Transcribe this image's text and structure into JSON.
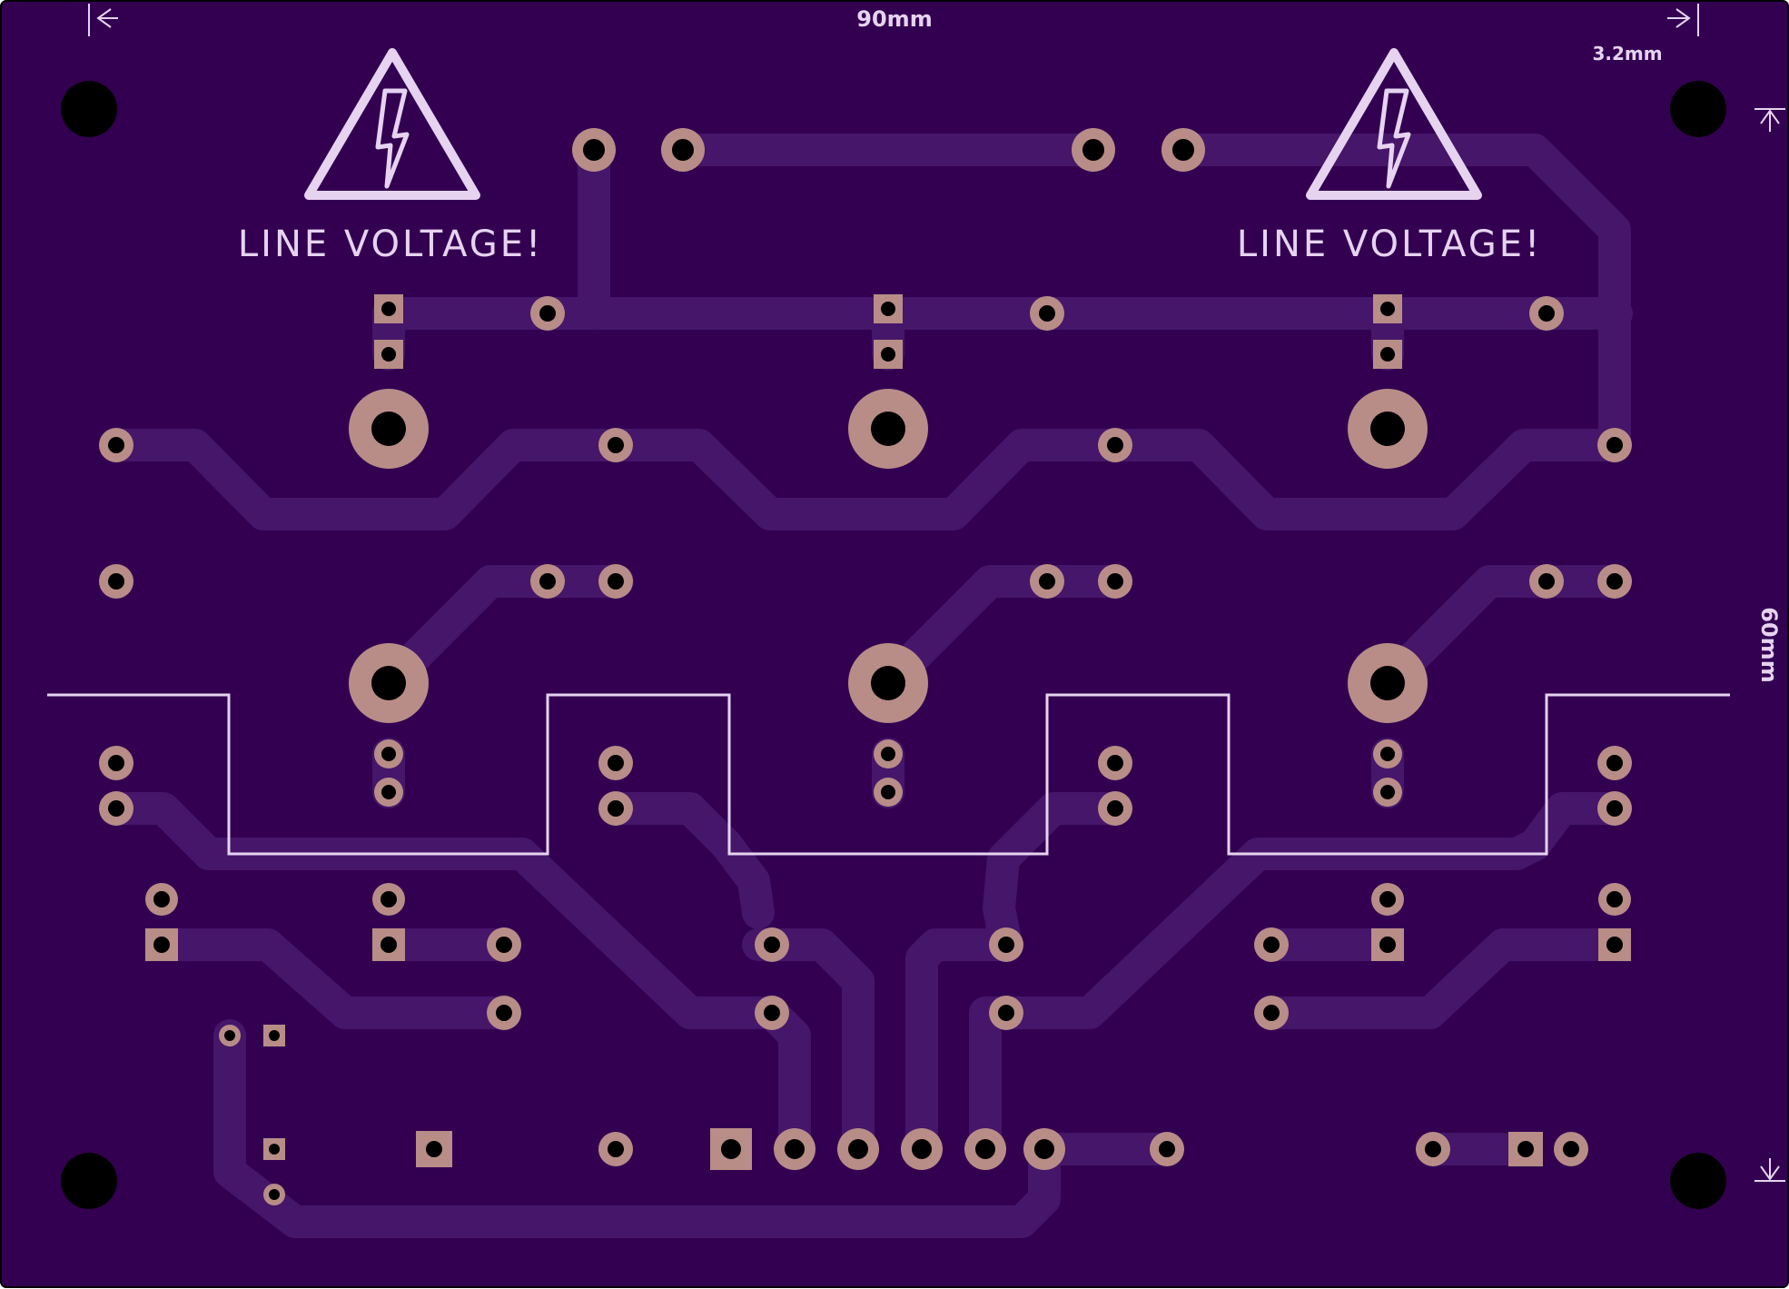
{
  "board": {
    "width_label": "90mm",
    "height_label": "60mm",
    "hole_label": "3.2mm",
    "warning_left": "LINE VOLTAGE!",
    "warning_right": "LINE VOLTAGE!"
  },
  "colors": {
    "board": "#330051",
    "trace": "#45166a",
    "pad": "#b88d87",
    "drill": "#000000",
    "silk": "#e6d3f0",
    "outline": "#000000"
  },
  "icons": [
    "high-voltage-warning-icon",
    "mounting-hole-icon"
  ]
}
